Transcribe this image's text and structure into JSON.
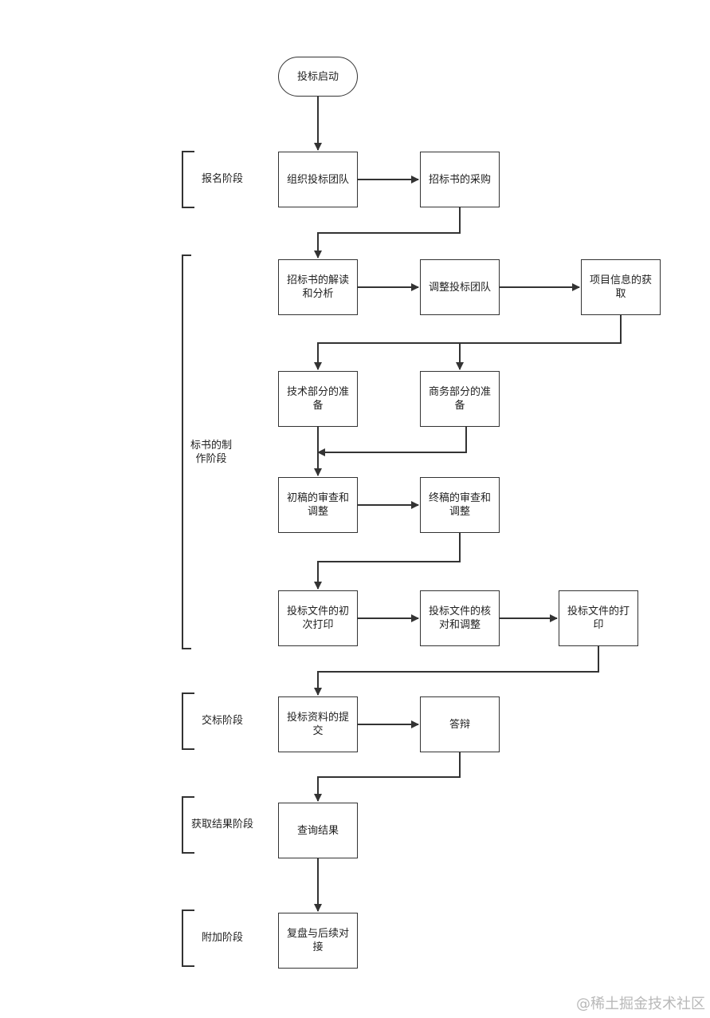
{
  "nodes": {
    "start": "投标启动",
    "org_team": "组织投标团队",
    "buy_tender": "招标书的采购",
    "read_tender": "招标书的解读和分析",
    "adjust_team": "调整投标团队",
    "get_info": "项目信息的获取",
    "tech_prep": "技术部分的准备",
    "biz_prep": "商务部分的准备",
    "draft_review": "初稿的审查和调整",
    "final_review": "终稿的审查和调整",
    "first_print": "投标文件的初次打印",
    "check_adjust": "投标文件的核对和调整",
    "final_print": "投标文件的打印",
    "submit": "投标资料的提交",
    "defense": "答辩",
    "query_result": "查询结果",
    "review_follow": "复盘与后续对接"
  },
  "stages": {
    "signup": "报名阶段",
    "making": "标书的制作阶段",
    "submit": "交标阶段",
    "result": "获取结果阶段",
    "extra": "附加阶段"
  },
  "watermark": "@稀土掘金技术社区"
}
